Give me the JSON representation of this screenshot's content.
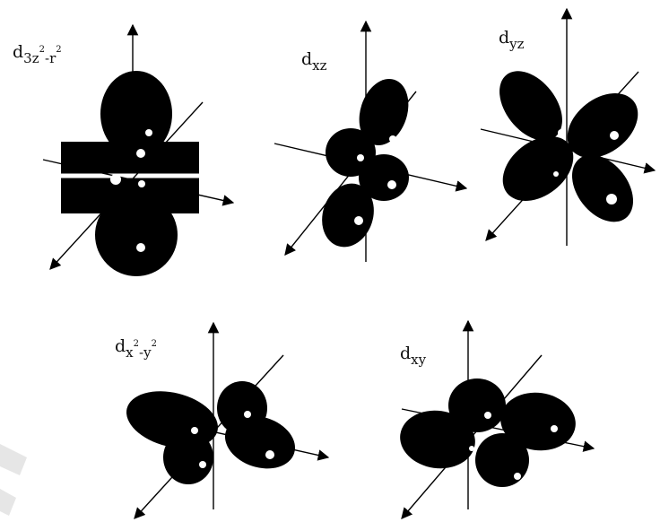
{
  "orbitals": [
    {
      "id": "dz2",
      "label": {
        "base": "d",
        "sub_a": "3z",
        "sup_a": "2",
        "sub_b": "-r",
        "sup_b": "2"
      }
    },
    {
      "id": "dxz",
      "label": {
        "base": "d",
        "sub": "xz"
      }
    },
    {
      "id": "dyz",
      "label": {
        "base": "d",
        "sub": "yz"
      }
    },
    {
      "id": "dx2y2",
      "label": {
        "base": "d",
        "sub_a": "x",
        "sup_a": "2",
        "sub_b": "-y",
        "sup_b": "2"
      }
    },
    {
      "id": "dxy",
      "label": {
        "base": "d",
        "sub": "xy"
      }
    }
  ],
  "colors": {
    "lobe": "#000000",
    "axis": "#000000",
    "background": "#ffffff",
    "highlight": "#ffffff"
  }
}
